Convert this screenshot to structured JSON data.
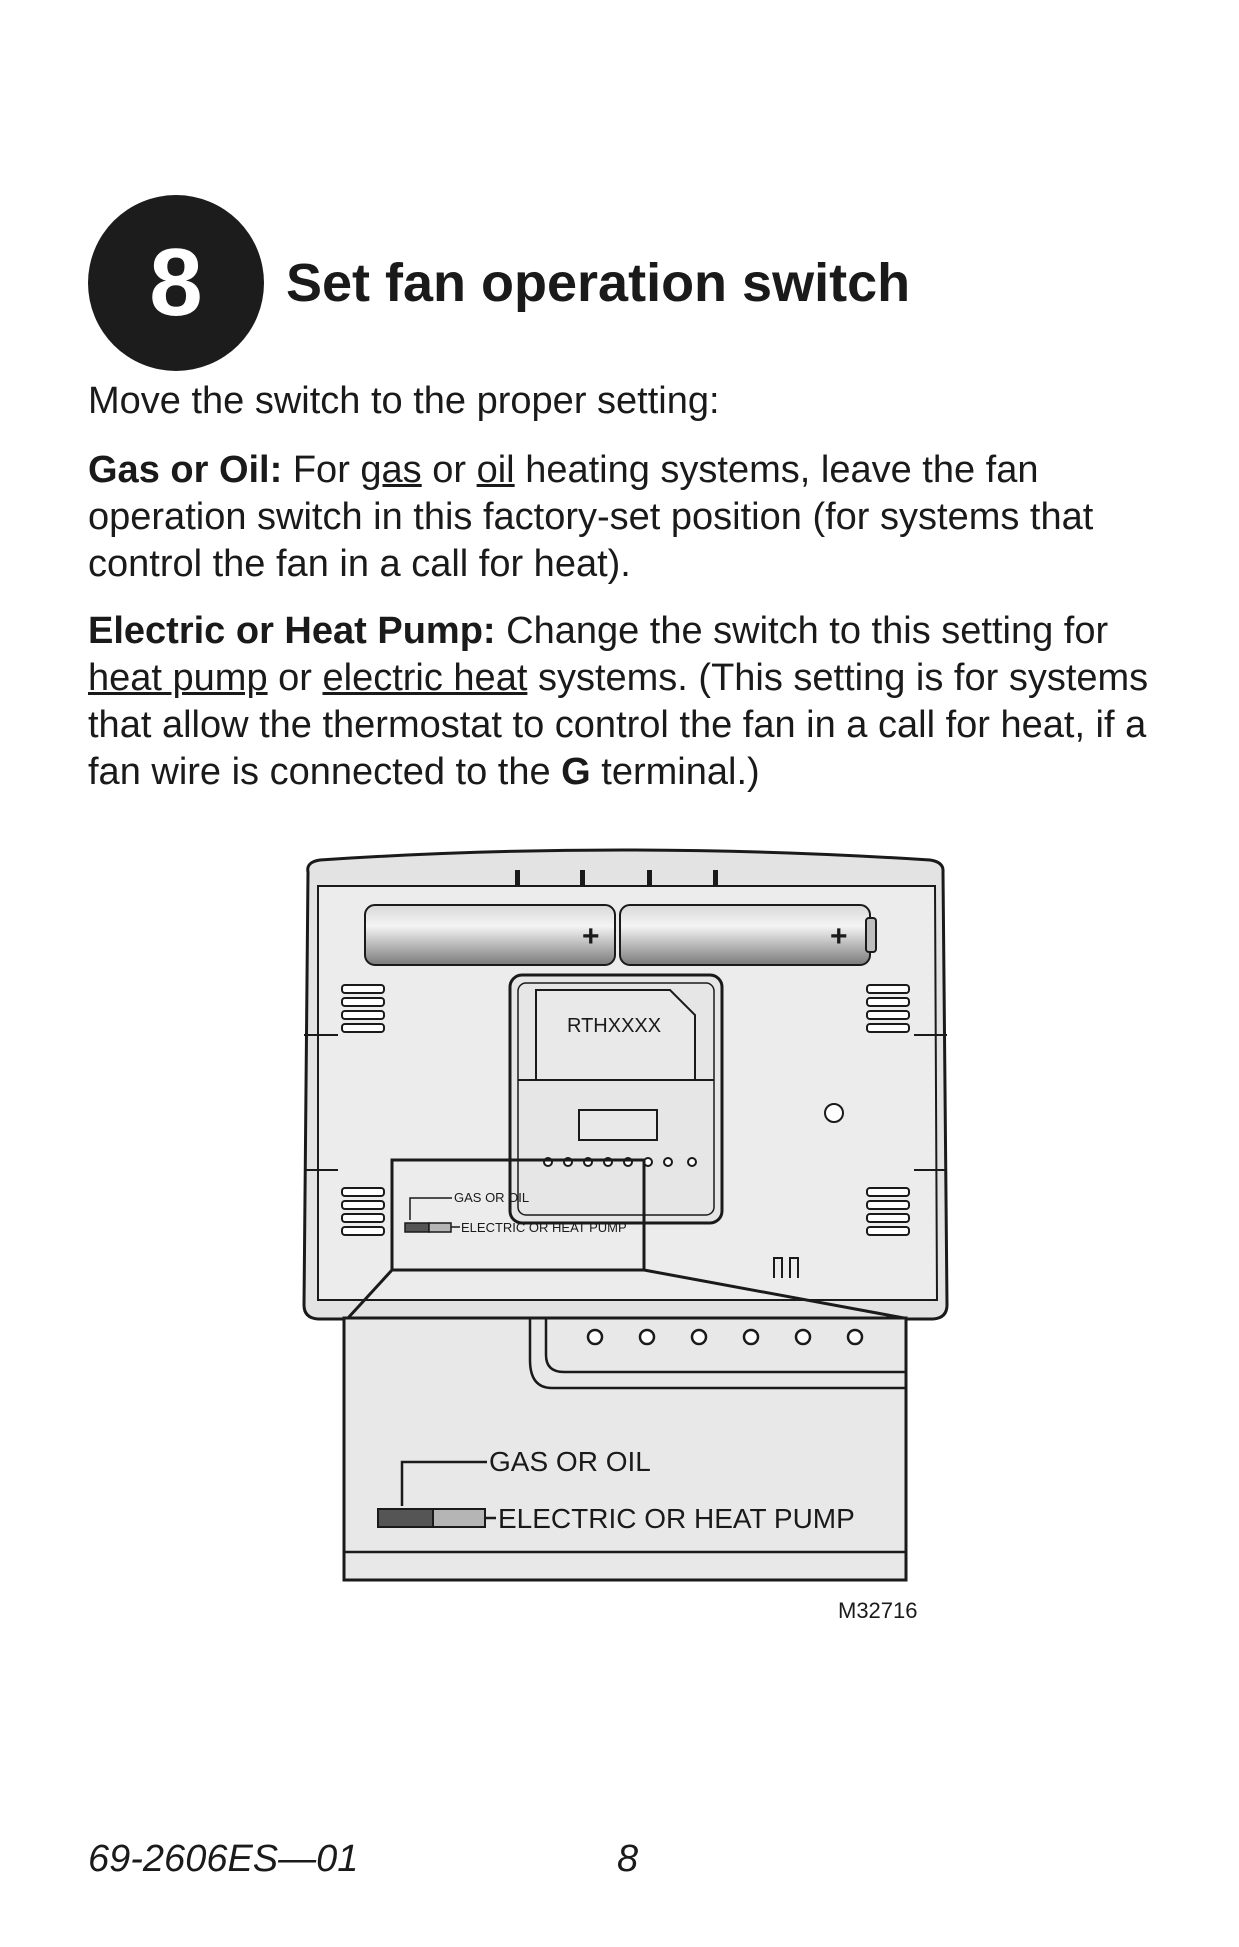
{
  "step": {
    "number": "8",
    "title": "Set fan operation switch"
  },
  "intro": "Move the switch to the proper setting:",
  "gas_oil": {
    "label": "Gas or Oil:",
    "t1": "For",
    "u1": "gas",
    "t2": "or",
    "u2": "oil",
    "t3": "heating systems, leave the fan operation switch in this factory-set position (for systems that control the fan in a call for heat)."
  },
  "electric": {
    "label": "Electric or Heat Pump:",
    "t1": "Change the switch to this setting for",
    "u1": "heat pump",
    "t2": "or",
    "u2": "electric heat",
    "t3": "systems. (This setting is for systems that allow the thermostat to control the fan in a call for heat, if a fan wire is connected to the",
    "terminal": "G",
    "t4": "terminal.)"
  },
  "diagram": {
    "model_label": "RTHXXXX",
    "small_gas_oil": "GAS OR OIL",
    "small_electric": "ELECTRIC OR HEAT PUMP",
    "zoom_gas_oil": "GAS OR OIL",
    "zoom_electric": "ELECTRIC OR HEAT PUMP",
    "battery_plus": "+",
    "figure_code": "M32716"
  },
  "footer": {
    "doc_code": "69-2606ES—01",
    "page": "8"
  }
}
